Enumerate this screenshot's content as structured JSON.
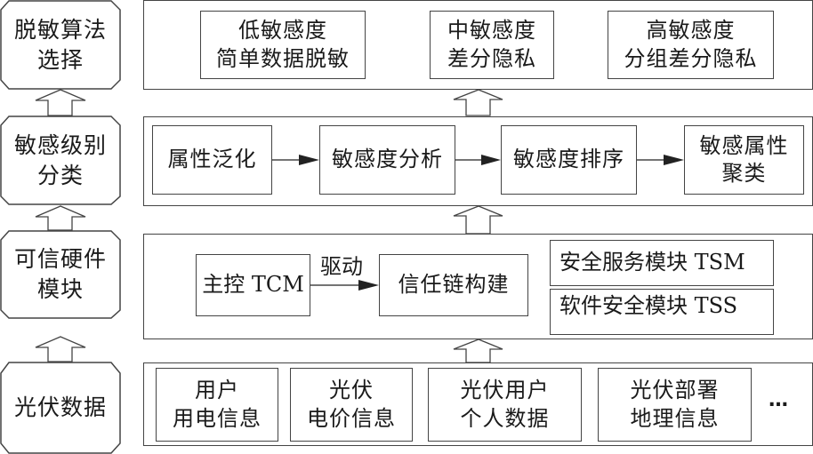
{
  "layers": [
    {
      "name": "脱敏算法选择",
      "label_lines": [
        "脱敏算法",
        "选择"
      ],
      "items": [
        {
          "lines": [
            "低敏感度",
            "简单数据脱敏"
          ]
        },
        {
          "lines": [
            "中敏感度",
            "差分隐私"
          ]
        },
        {
          "lines": [
            "高敏感度",
            "分组差分隐私"
          ]
        }
      ]
    },
    {
      "name": "敏感级别分类",
      "label_lines": [
        "敏感级别",
        "分类"
      ],
      "flow": [
        {
          "lines": [
            "属性泛化"
          ]
        },
        {
          "lines": [
            "敏感度分析"
          ]
        },
        {
          "lines": [
            "敏感度排序"
          ]
        },
        {
          "lines": [
            "敏感属性",
            "聚类"
          ]
        }
      ]
    },
    {
      "name": "可信硬件模块",
      "label_lines": [
        "可信硬件",
        "模块"
      ],
      "controller": "主控 TCM",
      "edge_label": "驱动",
      "target": "信任链构建",
      "modules": [
        "安全服务模块 TSM",
        "软件安全模块 TSS"
      ]
    },
    {
      "name": "光伏数据",
      "label_lines": [
        "光伏数据"
      ],
      "items": [
        {
          "lines": [
            "用户",
            "用电信息"
          ]
        },
        {
          "lines": [
            "光伏",
            "电价信息"
          ]
        },
        {
          "lines": [
            "光伏用户",
            "个人数据"
          ]
        },
        {
          "lines": [
            "光伏部署",
            "地理信息"
          ]
        }
      ],
      "more": "…"
    }
  ],
  "colors": {
    "stroke": "#444444",
    "text": "#1a1a1a",
    "background": "#ffffff"
  }
}
